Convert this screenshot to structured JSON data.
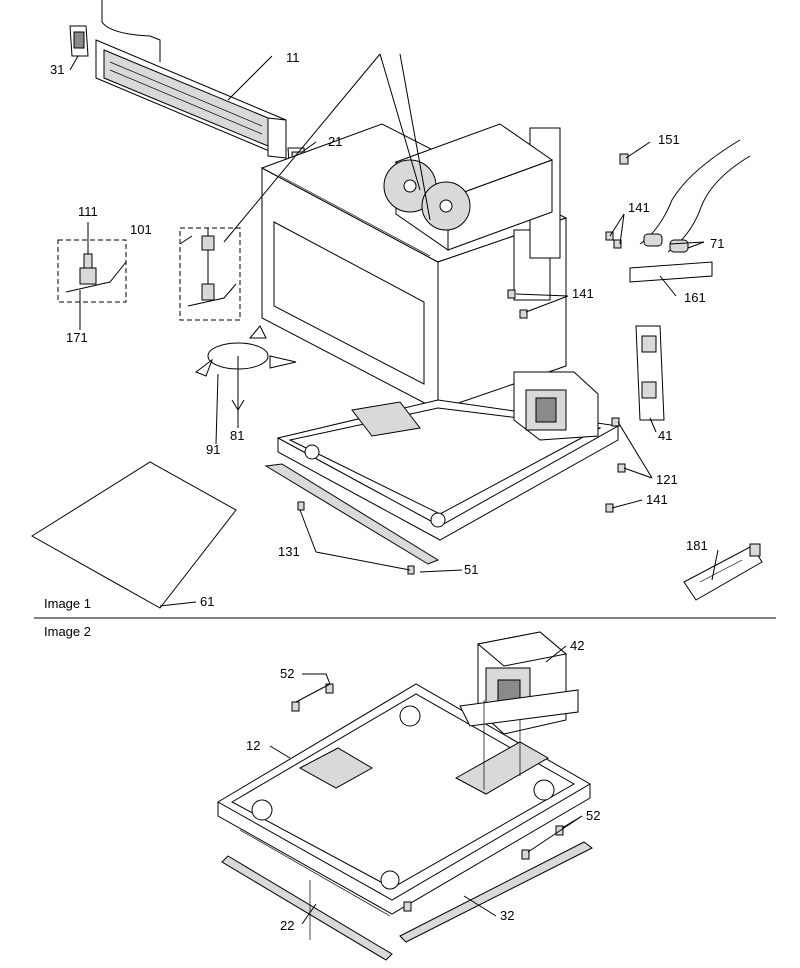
{
  "sections": [
    {
      "id": "image-1",
      "label": "Image 1"
    },
    {
      "id": "image-2",
      "label": "Image 2"
    }
  ],
  "callouts": {
    "c31": "31",
    "c11": "11",
    "c21": "21",
    "c151": "151",
    "c111": "111",
    "c101": "101",
    "c171": "171",
    "c141a": "141",
    "c71": "71",
    "c161": "161",
    "c141b": "141",
    "c41": "41",
    "c81": "81",
    "c91": "91",
    "c121": "121",
    "c141c": "141",
    "c131": "131",
    "c51": "51",
    "c61": "61",
    "c181": "181",
    "c42": "42",
    "c52a": "52",
    "c12": "12",
    "c52b": "52",
    "c22": "22",
    "c32": "32"
  }
}
